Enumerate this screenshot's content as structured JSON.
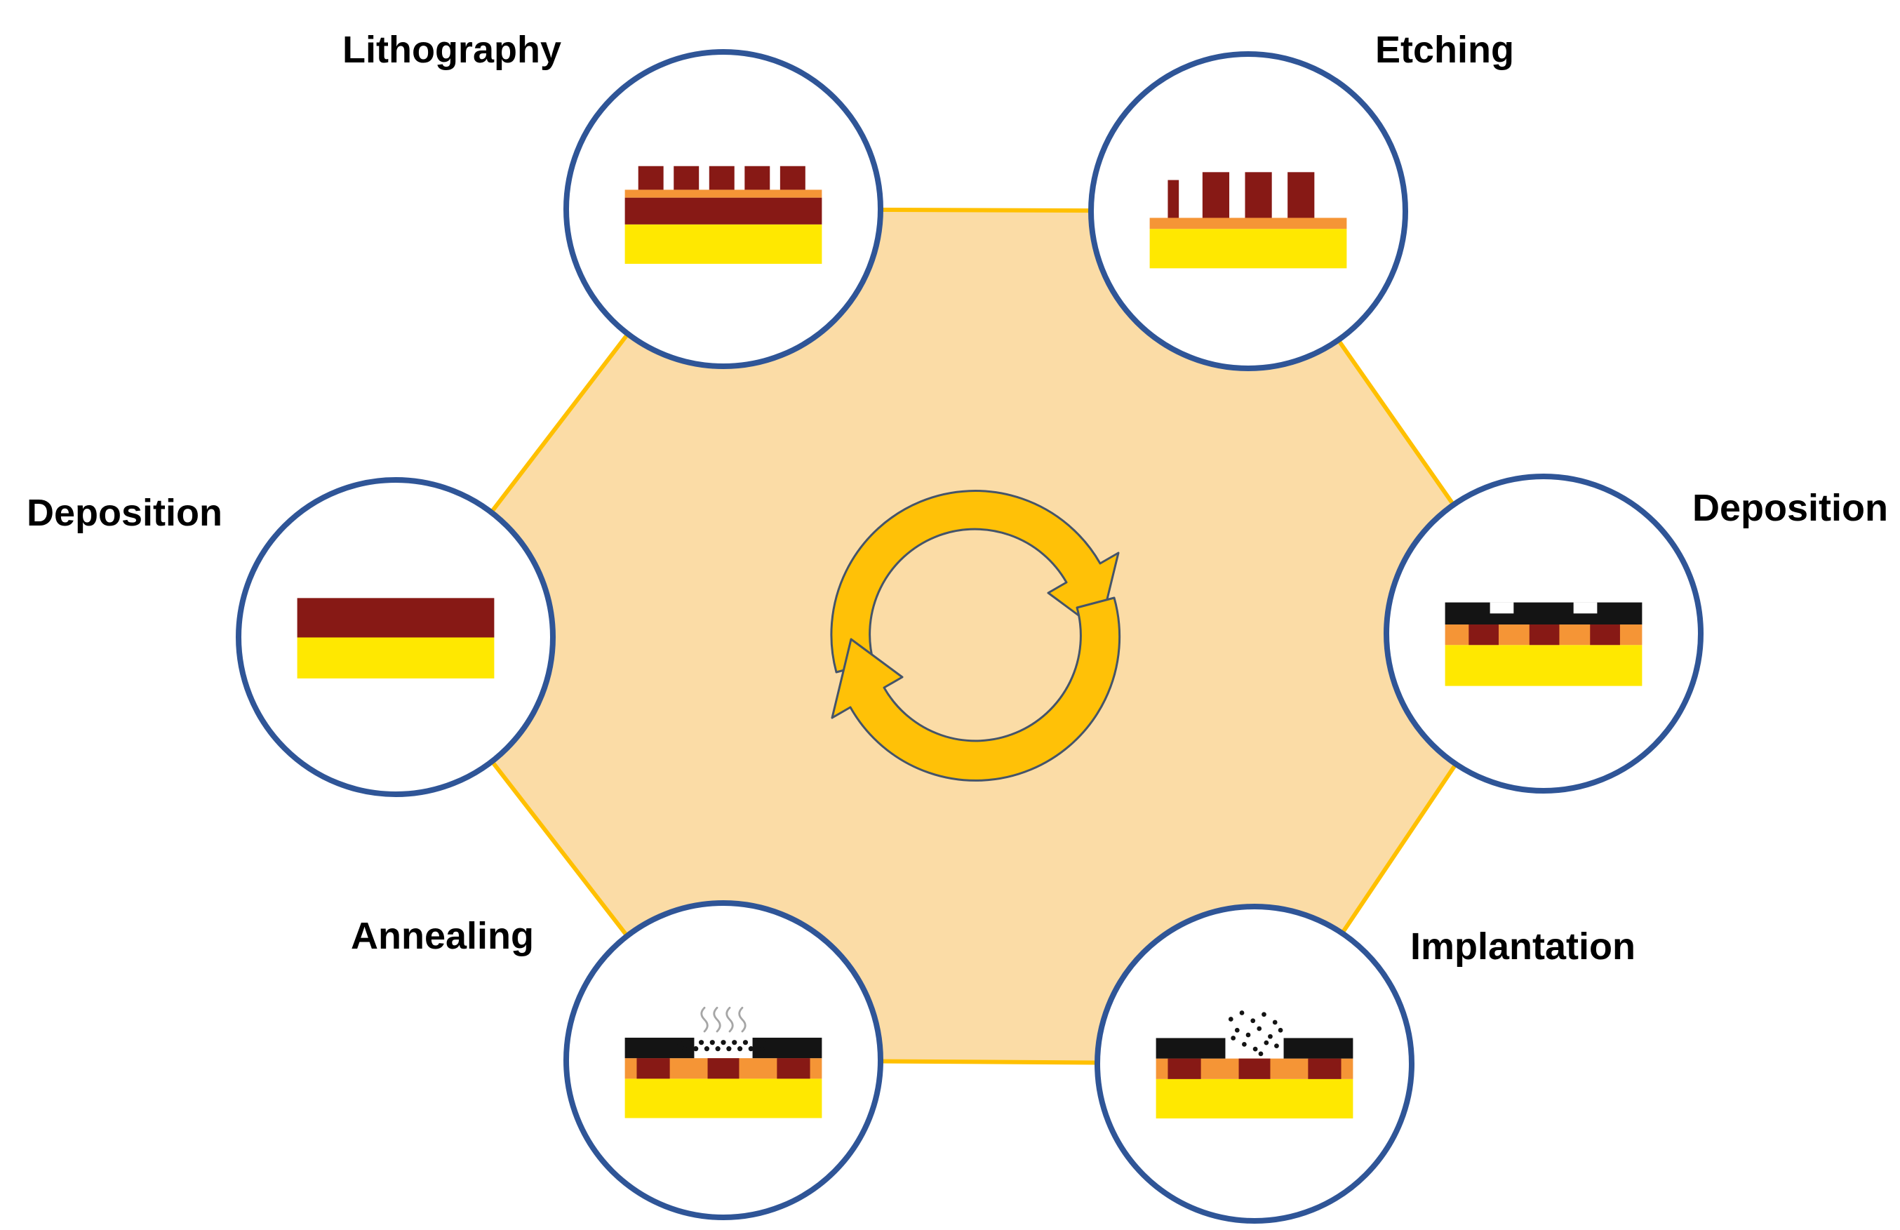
{
  "figure": {
    "type": "semiconductor-process-cycle-diagram",
    "center_icon": "cycle-arrows"
  },
  "colors": {
    "background": "#FFFFFF",
    "hexagon_fill": "#FBDCA6",
    "hexagon_border": "#FFC000",
    "circle_border": "#2F5597",
    "arrow_fill": "#FFC107",
    "arrow_outline": "#44546A",
    "label_text": "#000000",
    "maroon": "#871915",
    "yellow": "#FFE800",
    "orange": "#F59536",
    "black_layer": "#141414",
    "dot_color": "#141414",
    "heat_line": "#A6A6A6"
  },
  "nodes": [
    {
      "id": "lithography",
      "label": "Lithography",
      "position": "top-left",
      "icon": "lithography-wafer-icon"
    },
    {
      "id": "etching",
      "label": "Etching",
      "position": "top-right",
      "icon": "etching-wafer-icon"
    },
    {
      "id": "deposition-right",
      "label": "Deposition",
      "position": "right",
      "icon": "deposition-layered-wafer-icon"
    },
    {
      "id": "implantation",
      "label": "Implantation",
      "position": "bottom-right",
      "icon": "implantation-wafer-icon"
    },
    {
      "id": "annealing",
      "label": "Annealing",
      "position": "bottom-left",
      "icon": "annealing-wafer-icon"
    },
    {
      "id": "deposition-left",
      "label": "Deposition",
      "position": "left",
      "icon": "deposition-film-wafer-icon"
    }
  ]
}
